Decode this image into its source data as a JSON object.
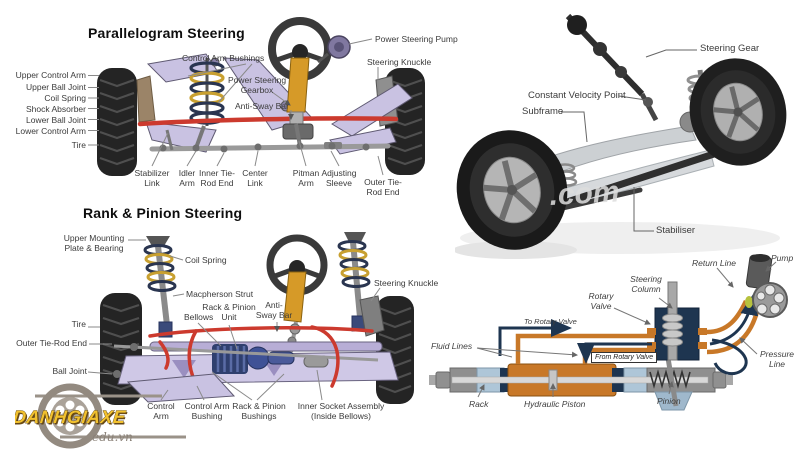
{
  "p1": {
    "title": "Parallelogram Steering",
    "left": [
      "Upper Control Arm",
      "Upper Ball Joint",
      "Coil Spring",
      "Shock Absorber",
      "Lower Ball Joint",
      "Lower Control Arm",
      "Tire"
    ],
    "control_arm_bushings": "Control Arm Bushings",
    "power_steering_pump": "Power Steering Pump",
    "steering_knuckle": "Steering Knuckle",
    "power_steering_gearbox": "Power Steering\nGearbox",
    "anti_sway_bar": "Anti-Sway Bar",
    "bottom": [
      "Stabilizer\nLink",
      "Idler\nArm",
      "Inner Tie-\nRod End",
      "Center\nLink",
      "Pitman\nArm",
      "Adjusting\nSleeve",
      "Outer Tie-\nRod End"
    ]
  },
  "p2": {
    "title": "Rank & Pinion Steering",
    "upper_mounting": "Upper Mounting\nPlate & Bearing",
    "coil_spring": "Coil Spring",
    "macpherson_strut": "Macpherson Strut",
    "rack_pinion_unit": "Rack & Pinion\nUnit",
    "bellows": "Bellows",
    "tire": "Tire",
    "outer_tie_rod_end": "Outer Tie-Rod End",
    "ball_joint": "Ball Joint",
    "control_arm": "Control\nArm",
    "control_arm_bushing": "Control Arm\nBushing",
    "anti_sway_bar": "Anti-\nSway Bar",
    "steering_knuckle": "Steering Knuckle",
    "rack_pinion_bushings": "Rack & Pinion\nBushings",
    "inner_socket": "Inner Socket Assembly\n(Inside Bellows)"
  },
  "p3": {
    "steering_gear": "Steering Gear",
    "cv_point": "Constant Velocity Point",
    "subframe": "Subframe",
    "stabiliser": "Stabiliser",
    "photo_watermark": ".com"
  },
  "p4": {
    "return_line": "Return Line",
    "pump": "Pump",
    "steering_column": "Steering\nColumn",
    "rotary_valve": "Rotary\nValve",
    "to_rotary_valve": "To Rotary Valve",
    "fluid_lines": "Fluid Lines",
    "from_rotary_valve": "From Rotary Valve",
    "pressure_line": "Pressure\nLine",
    "rack": "Rack",
    "hydraulic_piston": "Hydraulic Piston",
    "pinion": "Pinion"
  },
  "watermark": {
    "brand": "DANHGIAXE",
    "domain": "edu.vn"
  },
  "colors": {
    "arm_lavender": "#c9c2e2",
    "arm_purple_dark": "#9a8fc0",
    "sway_bar_red": "#cc3a2e",
    "spring_navy": "#2a3550",
    "spring_gold": "#c8a030",
    "column_amber": "#d69a28",
    "fluid_orange": "#c87828",
    "valve_navy": "#1e3550",
    "tube_blue": "#aec6d8",
    "tire_black": "#242424",
    "label_gray": "#3b3b3b",
    "brand_yellow": "#f2c12e"
  }
}
